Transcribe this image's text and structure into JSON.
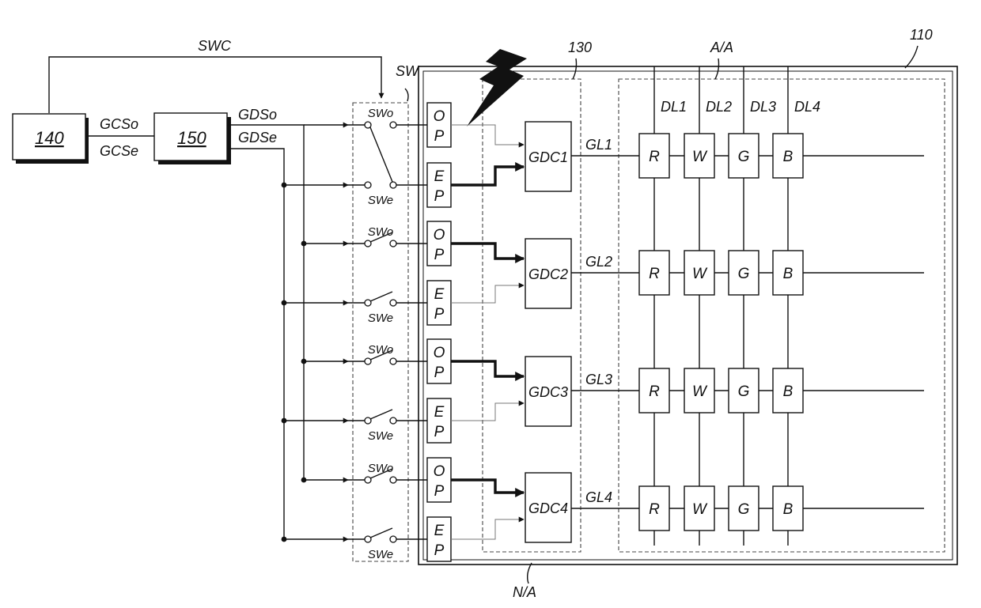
{
  "labels": {
    "swc": "SWC",
    "sw": "SW",
    "block_140": "140",
    "block_150": "150",
    "gcso": "GCSo",
    "gcse": "GCSe",
    "gdso": "GDSo",
    "gdse": "GDSe",
    "ref_130": "130",
    "ref_110": "110",
    "aa": "A/A",
    "na": "N/A"
  },
  "switch_labels": {
    "odd": "SWo",
    "even": "SWe"
  },
  "pin_letters": {
    "odd": "O",
    "even": "E",
    "pad": "P"
  },
  "gate_circuits": [
    "GDC1",
    "GDC2",
    "GDC3",
    "GDC4"
  ],
  "gate_lines": [
    "GL1",
    "GL2",
    "GL3",
    "GL4"
  ],
  "data_lines": [
    "DL1",
    "DL2",
    "DL3",
    "DL4"
  ],
  "subpixels": [
    "R",
    "W",
    "G",
    "B"
  ],
  "switch_states": [
    true,
    false,
    false,
    false,
    false,
    false,
    false,
    false
  ],
  "colors": {
    "line": "#111111",
    "dashed": "#444444",
    "thin_signal": "#777777"
  }
}
